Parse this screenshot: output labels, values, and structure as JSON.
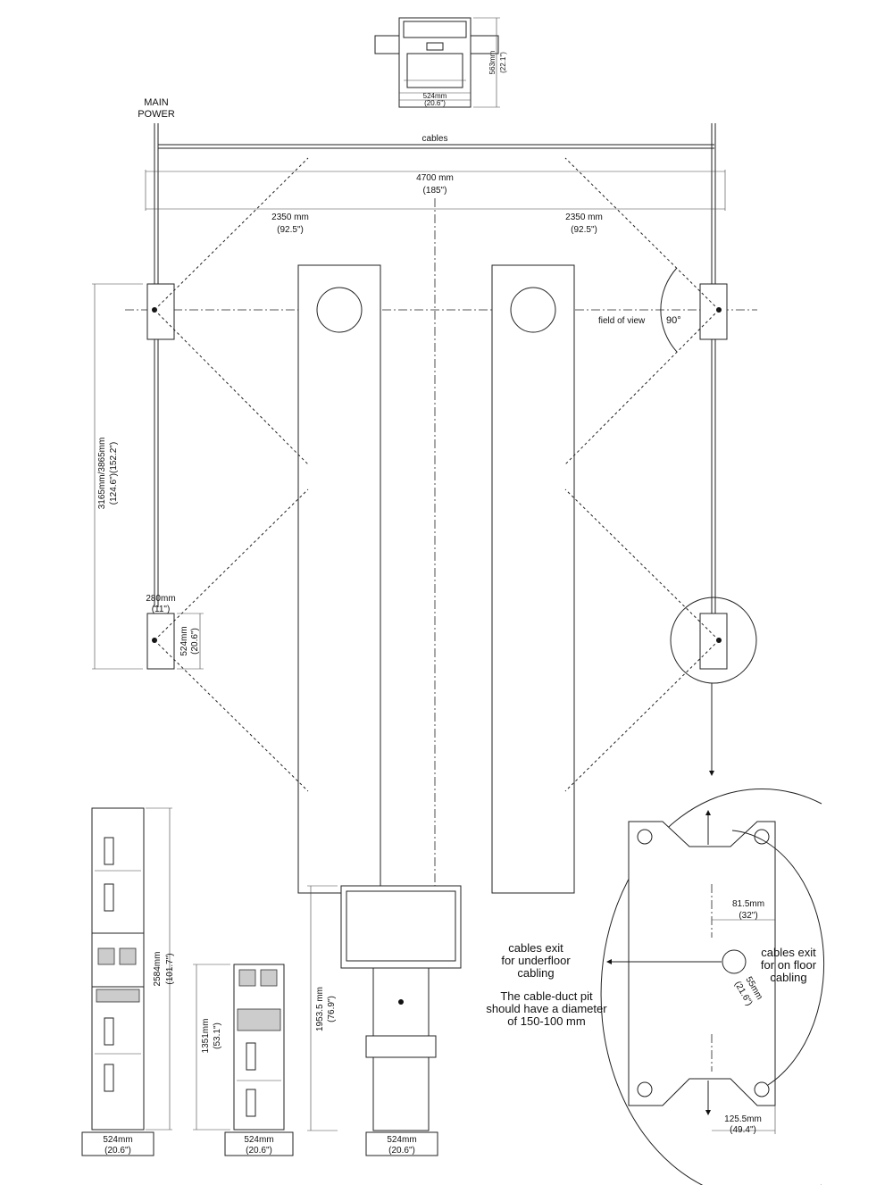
{
  "labels": {
    "main_power_line1": "MAIN",
    "main_power_line2": "POWER",
    "cables": "cables",
    "width_total_mm": "4700 mm",
    "width_total_in": "(185\")",
    "half_left_mm": "2350 mm",
    "half_left_in": "(92.5\")",
    "half_right_mm": "2350 mm",
    "half_right_in": "(92.5\")",
    "field_of_view": "field of view",
    "angle": "90°",
    "top_width_mm": "524mm",
    "top_width_in": "(20.6\")",
    "top_depth_mm": "563mm",
    "top_depth_in": "(22.1\")",
    "side_distance_mm": "3165mm/3865mm",
    "side_distance_in": "(124.6\")(152.2\")",
    "unit_depth_mm": "280mm",
    "unit_depth_in": "(11\")",
    "unit_width_mm": "524mm",
    "unit_width_in": "(20.6\")",
    "tall_height_mm": "2584mm",
    "tall_height_in": "(101.7\")",
    "tall_base_mm": "524mm",
    "tall_base_in": "(20.6\")",
    "short_height_mm": "1351mm",
    "short_height_in": "(53.1\")",
    "short_base_mm": "524mm",
    "short_base_in": "(20.6\")",
    "monitor_height_mm": "1953.5 mm",
    "monitor_height_in": "(76.9\")",
    "monitor_base_mm": "524mm",
    "monitor_base_in": "(20.6\")",
    "detail_offset_mm": "81.5mm",
    "detail_offset_in": "(32\")",
    "cables_exit_under_1": "cables exit",
    "cables_exit_under_2": "for underfloor",
    "cables_exit_under_3": "cabling",
    "cables_exit_on_1": "cables exit",
    "cables_exit_on_2": "for on floor",
    "cables_exit_on_3": "cabling",
    "pit_note_1": "The cable-duct pit",
    "pit_note_2": "should have a diameter",
    "pit_note_3": "of 150-100 mm",
    "hole_mm": "55mm",
    "hole_in": "(21.6\")",
    "detail_bottom_mm": "125.5mm",
    "detail_bottom_in": "(49.4\")"
  }
}
